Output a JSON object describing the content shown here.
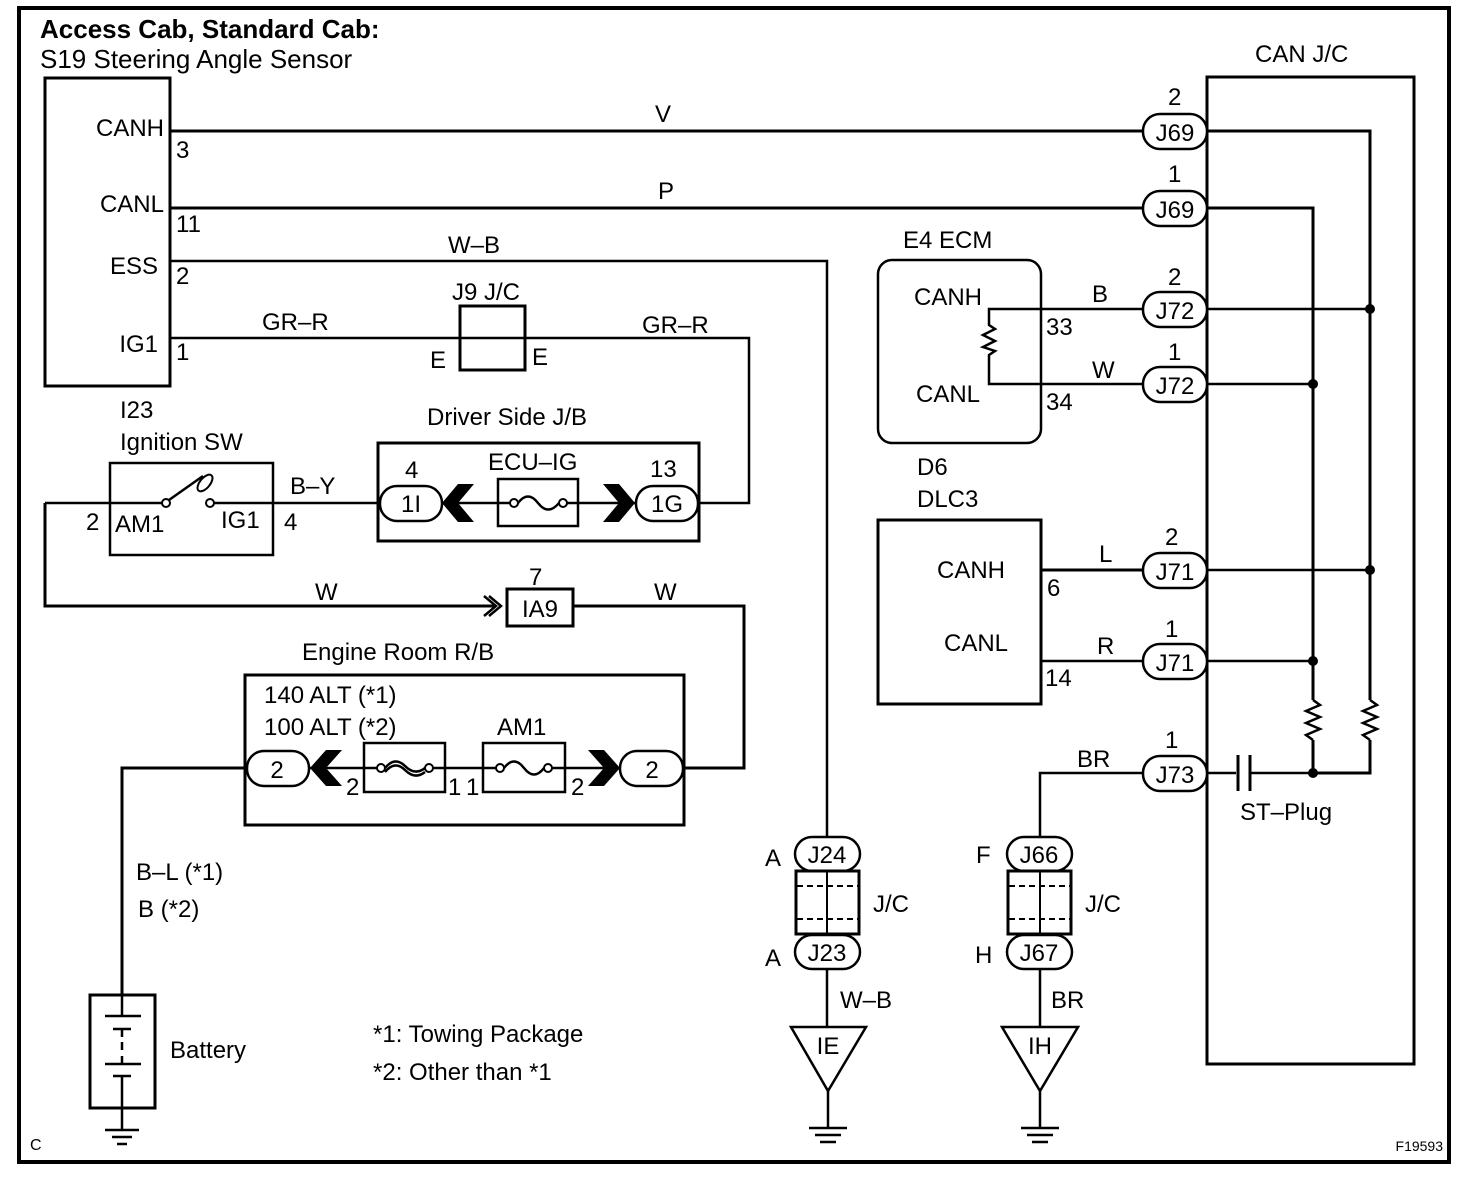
{
  "header": {
    "title": "Access Cab, Standard Cab:",
    "subtitle": "S19 Steering Angle Sensor"
  },
  "sensor": {
    "pins": [
      {
        "label": "CANH",
        "pin": "3",
        "wire": "V"
      },
      {
        "label": "CANL",
        "pin": "11",
        "wire": "P"
      },
      {
        "label": "ESS",
        "pin": "2",
        "wire": "W–B"
      },
      {
        "label": "IG1",
        "pin": "1",
        "wire": "GR–R"
      }
    ]
  },
  "j9": {
    "label": "J9 J/C",
    "left_pin": "E",
    "right_pin": "E",
    "wire_right": "GR–R"
  },
  "ignition": {
    "id": "I23",
    "name": "Ignition SW",
    "pin_left": "2",
    "pin_left_label": "AM1",
    "pin_right_label": "IG1",
    "pin_right": "4",
    "wire_out": "B–Y"
  },
  "driver_jb": {
    "title": "Driver Side J/B",
    "fuse": "ECU–IG",
    "left_conn": "1I",
    "left_pin": "4",
    "right_conn": "1G",
    "right_pin": "13"
  },
  "ia9": {
    "label": "IA9",
    "pin": "7",
    "wire_left": "W",
    "wire_right": "W"
  },
  "engine_rb": {
    "title": "Engine Room R/B",
    "fuse1_line1": "140 ALT (*1)",
    "fuse1_line2": "100 ALT (*2)",
    "fuse2": "AM1",
    "left_conn": "2",
    "right_conn": "2",
    "pin_a": "2",
    "pin_b": "1",
    "pin_c": "1",
    "pin_d": "2"
  },
  "battery": {
    "wire_line1": "B–L (*1)",
    "wire_line2": "B (*2)",
    "label": "Battery"
  },
  "notes": {
    "note1": "*1: Towing Package",
    "note2": "*2: Other than *1"
  },
  "ecm": {
    "title": "E4 ECM",
    "canh": "CANH",
    "canl": "CANL",
    "pin_h": "33",
    "pin_l": "34",
    "wire_h": "B",
    "wire_l": "W"
  },
  "dlc": {
    "id": "D6",
    "name": "DLC3",
    "canh": "CANH",
    "canl": "CANL",
    "pin_h": "6",
    "pin_l": "14",
    "wire_h": "L",
    "wire_l": "R"
  },
  "can_jc": {
    "title": "CAN J/C",
    "connectors": [
      {
        "name": "J69",
        "pin": "2"
      },
      {
        "name": "J69",
        "pin": "1"
      },
      {
        "name": "J72",
        "pin": "2"
      },
      {
        "name": "J72",
        "pin": "1"
      },
      {
        "name": "J71",
        "pin": "2"
      },
      {
        "name": "J71",
        "pin": "1"
      },
      {
        "name": "J73",
        "pin": "1"
      }
    ],
    "st_plug": "ST–Plug",
    "br_wire": "BR"
  },
  "jc_left": {
    "top_conn": "J24",
    "top_pin": "A",
    "bottom_conn": "J23",
    "bottom_pin": "A",
    "label": "J/C",
    "wire": "W–B",
    "ground": "IE"
  },
  "jc_right": {
    "top_conn": "J66",
    "top_pin": "F",
    "bottom_conn": "J67",
    "bottom_pin": "H",
    "label": "J/C",
    "wire": "BR",
    "ground": "IH"
  },
  "footer": {
    "corner_letter": "C",
    "figure_id": "F19593"
  }
}
